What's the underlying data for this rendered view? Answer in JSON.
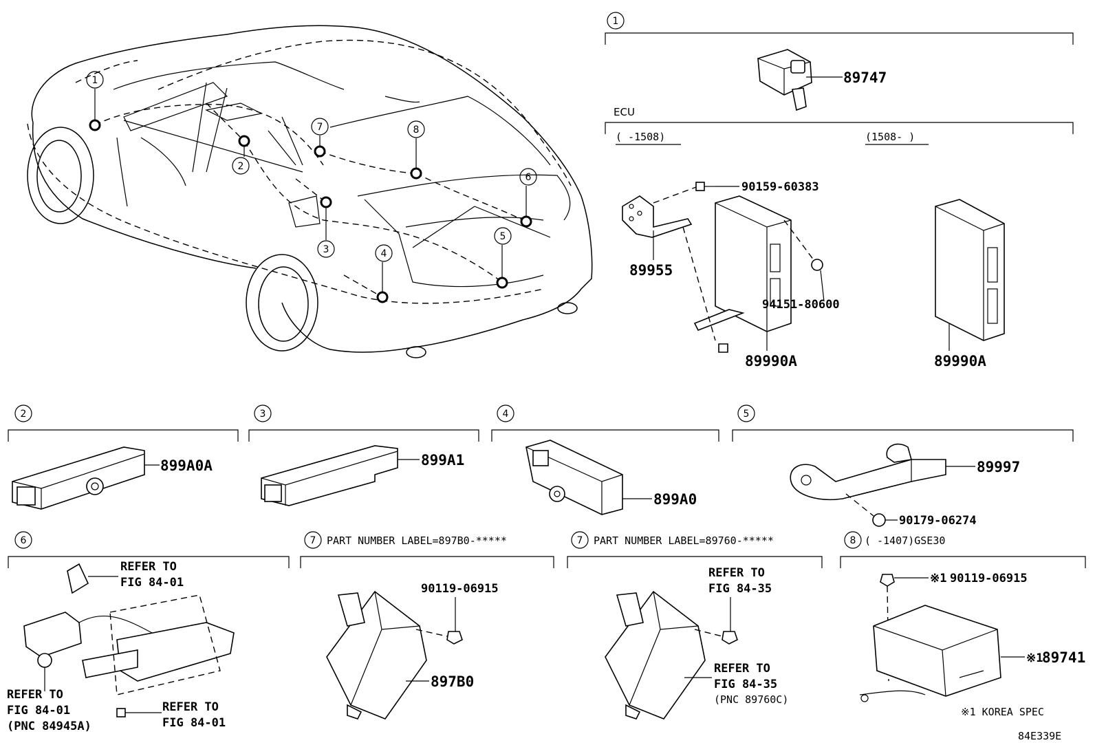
{
  "callouts": {
    "c1": "1",
    "c2": "2",
    "c3": "3",
    "c4": "4",
    "c5": "5",
    "c6": "6",
    "c7": "7",
    "c8": "8"
  },
  "section1": {
    "number": "1",
    "part_main": "89747",
    "ecu_label": "ECU",
    "range_left": "(    -1508)",
    "range_right": "(1508-    )",
    "bolt": "90159-60383",
    "bracket": "89955",
    "nut": "94151-80600",
    "ecu_left": "89990A",
    "ecu_right": "89990A"
  },
  "section2": {
    "number": "2",
    "part": "899A0A"
  },
  "section3": {
    "number": "3",
    "part": "899A1"
  },
  "section4": {
    "number": "4",
    "part": "899A0"
  },
  "section5": {
    "number": "5",
    "part": "89997",
    "nut": "90179-06274"
  },
  "section6": {
    "number": "6",
    "ref1_line1": "REFER TO",
    "ref1_line2": "FIG 84-01",
    "ref2_line1": "REFER TO",
    "ref2_line2": "FIG 84-01",
    "ref2_line3": "(PNC 84945A)",
    "ref3_line1": "REFER TO",
    "ref3_line2": "FIG 84-01"
  },
  "section7a": {
    "number": "7",
    "label": "PART NUMBER LABEL=897B0-*****",
    "bolt": "90119-06915",
    "part": "897B0"
  },
  "section7b": {
    "number": "7",
    "label": "PART NUMBER LABEL=89760-*****",
    "ref1_line1": "REFER TO",
    "ref1_line2": "FIG 84-35",
    "ref2_line1": "REFER TO",
    "ref2_line2": "FIG 84-35",
    "ref2_line3": "(PNC 89760C)"
  },
  "section8": {
    "number": "8",
    "label": "(      -1407)GSE30",
    "bolt_mark": "※1",
    "bolt": "90119-06915",
    "part_mark": "※1",
    "part": "89741",
    "note": "※1 KOREA SPEC"
  },
  "figure_code": "84E339E"
}
